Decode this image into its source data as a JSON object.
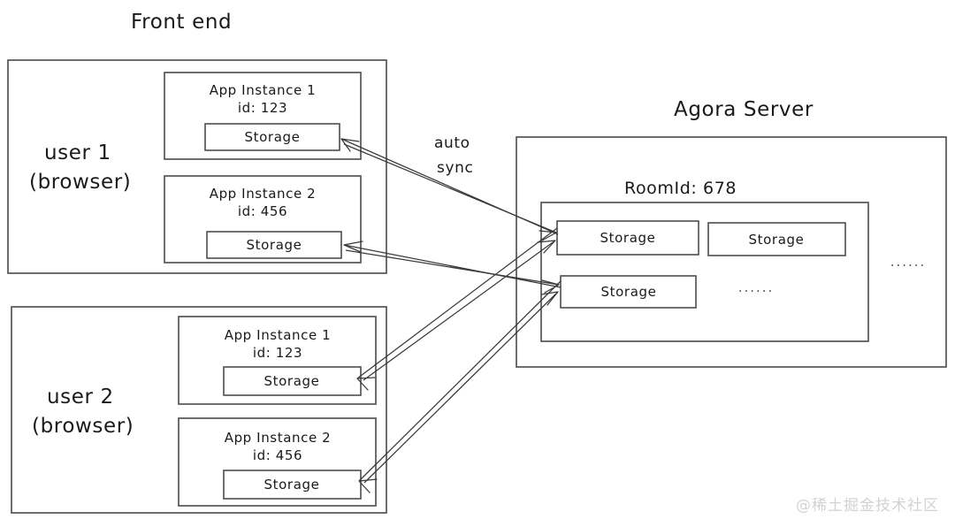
{
  "diagram": {
    "frontend_title": "Front end",
    "server_title": "Agora Server",
    "sync_label_line1": "auto",
    "sync_label_line2": "sync",
    "ellipsis": "......",
    "watermark": "@稀土掘金技术社区",
    "storage_label": "Storage",
    "users": [
      {
        "name_line1": "user 1",
        "name_line2": "(browser)",
        "instances": [
          {
            "title": "App Instance 1",
            "id": "id: 123",
            "storage": "Storage"
          },
          {
            "title": "App Instance 2",
            "id": "id: 456",
            "storage": "Storage"
          }
        ]
      },
      {
        "name_line1": "user 2",
        "name_line2": "(browser)",
        "instances": [
          {
            "title": "App Instance 1",
            "id": "id: 123",
            "storage": "Storage"
          },
          {
            "title": "App Instance 2",
            "id": "id: 456",
            "storage": "Storage"
          }
        ]
      }
    ],
    "server": {
      "room_label": "RoomId: 678",
      "storages": [
        {
          "label": "Storage"
        },
        {
          "label": "Storage"
        },
        {
          "label": "Storage"
        }
      ],
      "room_ellipsis": "......",
      "outer_ellipsis": "......"
    },
    "colors": {
      "stroke": "#4a4a4a",
      "text": "#1a1a1a",
      "background": "#ffffff",
      "watermark": "#d2d2d2"
    }
  }
}
